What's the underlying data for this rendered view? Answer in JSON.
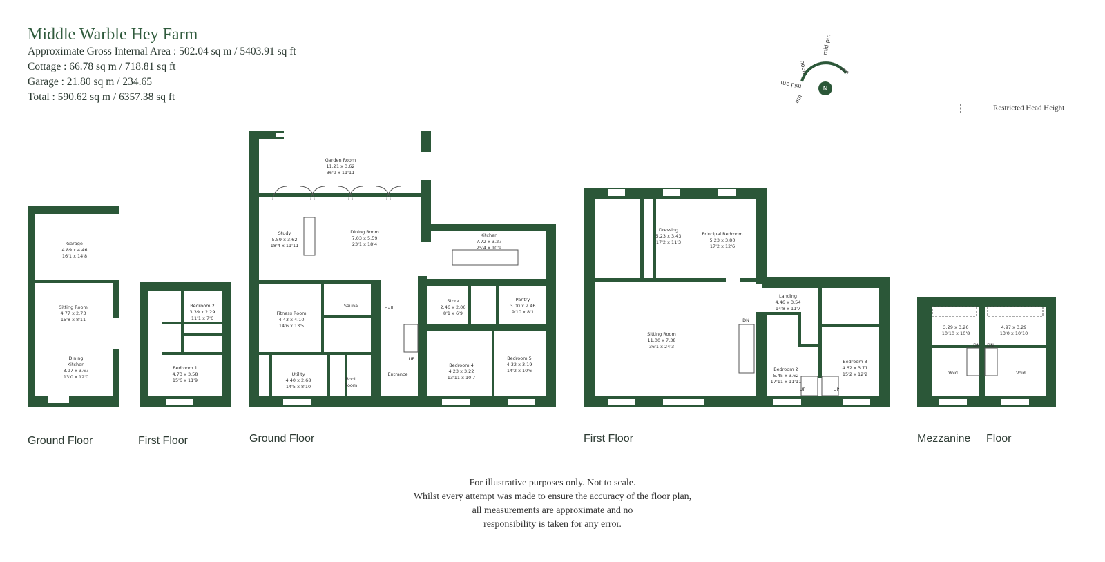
{
  "header": {
    "title": "Middle Warble Hey Farm",
    "lines": [
      "Approximate Gross Internal Area : 502.04 sq m / 5403.91 sq ft",
      "Cottage : 66.78 sq m / 718.81 sq ft",
      "Garage : 21.80 sq m / 234.65",
      "Total : 590.62 sq m / 6357.38 sq ft"
    ]
  },
  "compass": {
    "north": "N",
    "labels": [
      "mid pm",
      "pm",
      "noon",
      "mid am",
      "am"
    ]
  },
  "legend": {
    "label": "Restricted Head Height"
  },
  "floor_labels": [
    "Ground Floor",
    "First Floor",
    "Ground Floor",
    "First Floor",
    "Mezzanine",
    "Floor"
  ],
  "rooms": {
    "garage": [
      "Garage",
      "4.89 x 4.46",
      "16'1 x 14'8"
    ],
    "sitting_room_c": [
      "Sitting Room",
      "4.77 x 2.73",
      "15'8 x 8'11"
    ],
    "dining_kitchen": [
      "Dining",
      "Kitchen",
      "3.97 x 3.67",
      "13'0 x 12'0"
    ],
    "bedroom2_c": [
      "Bedroom 2",
      "3.39 x 2.29",
      "11'1 x 7'6"
    ],
    "bedroom1_c": [
      "Bedroom 1",
      "4.73 x 3.58",
      "15'6 x 11'9"
    ],
    "garden_room": [
      "Garden Room",
      "11.21 x 3.62",
      "36'9 x 11'11"
    ],
    "study": [
      "Study",
      "5.59 x 3.62",
      "18'4 x 11'11"
    ],
    "dining_room": [
      "Dining Room",
      "7.03 x 5.59",
      "23'1 x 18'4"
    ],
    "kitchen": [
      "Kitchen",
      "7.72 x 3.27",
      "25'4 x 10'9"
    ],
    "fitness_room": [
      "Fitness Room",
      "4.43 x 4.10",
      "14'6 x 13'5"
    ],
    "sauna": [
      "Sauna"
    ],
    "hall": [
      "Hall"
    ],
    "store": [
      "Store",
      "2.46 x 2.06",
      "8'1 x 6'9"
    ],
    "pantry": [
      "Pantry",
      "3.00 x 2.46",
      "9'10 x 8'1"
    ],
    "utility": [
      "Utility",
      "4.40 x 2.68",
      "14'5 x 8'10"
    ],
    "boot_room": [
      "Boot",
      "Room"
    ],
    "entrance": [
      "Entrance"
    ],
    "up_gf": [
      "UP"
    ],
    "bedroom4": [
      "Bedroom 4",
      "4.23 x 3.22",
      "13'11 x 10'7"
    ],
    "bedroom5": [
      "Bedroom 5",
      "4.32 x 3.19",
      "14'2 x 10'6"
    ],
    "dressing": [
      "Dressing",
      "5.23 x 3.43",
      "17'2 x 11'3"
    ],
    "principal_bedroom": [
      "Principal Bedroom",
      "5.23 x 3.80",
      "17'2 x 12'6"
    ],
    "sitting_room_ff": [
      "Sitting Room",
      "11.00 x 7.38",
      "36'1 x 24'3"
    ],
    "dn_ff": [
      "DN"
    ],
    "landing": [
      "Landing",
      "4.46 x 3.54",
      "14'8 x 11'7"
    ],
    "bedroom2_ff": [
      "Bedroom 2",
      "5.45 x 3.62",
      "17'11 x 11'11"
    ],
    "bedroom3_ff": [
      "Bedroom 3",
      "4.62 x 3.71",
      "15'2 x 12'2"
    ],
    "up_ff1": [
      "UP"
    ],
    "up_ff2": [
      "UP"
    ],
    "mezz_left": [
      "3.29 x 3.26",
      "10'10 x 10'8"
    ],
    "mezz_right": [
      "4.97 x 3.29",
      "13'0 x 10'10"
    ],
    "void_left": [
      "Void"
    ],
    "void_right": [
      "Void"
    ],
    "dn_m1": [
      "DN"
    ],
    "dn_m2": [
      "DN"
    ]
  },
  "disclaimer": [
    "For illustrative purposes only. Not to scale.",
    "Whilst every attempt was made to ensure the accuracy of the floor plan,",
    "all measurements are approximate and no",
    "responsibility is taken for any error."
  ],
  "colors": {
    "wall": "#2b5738",
    "text": "#333333"
  }
}
